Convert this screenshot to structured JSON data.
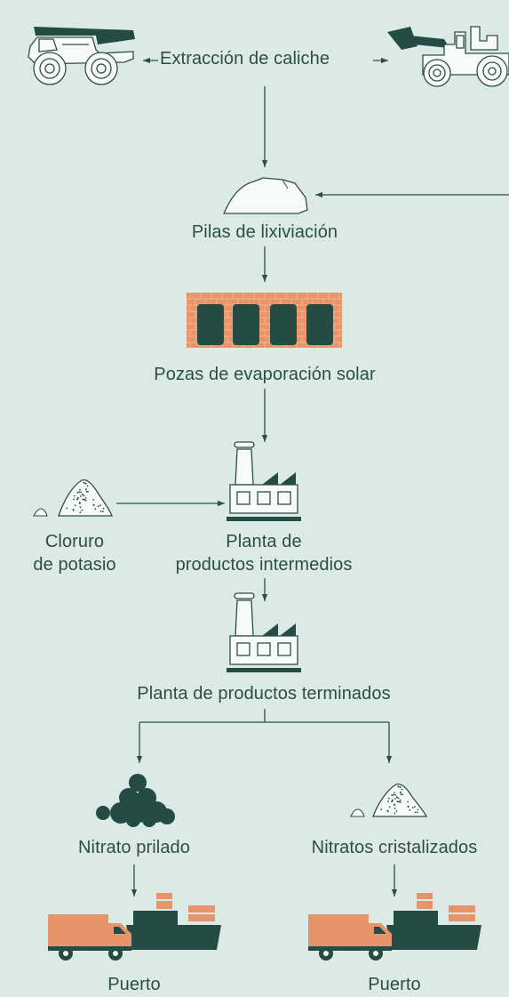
{
  "labels": {
    "extraction": "Extracción de caliche",
    "heap_leaching": "Pilas de lixiviación",
    "evaporation_ponds": "Pozas de evaporación solar",
    "potassium_chloride_line1": "Cloruro",
    "potassium_chloride_line2": "de potasio",
    "intermediate_plant_line1": "Planta de",
    "intermediate_plant_line2": "productos intermedios",
    "finished_plant": "Planta de productos terminados",
    "prilled_nitrate": "Nitrato prilado",
    "crystallized_nitrates": "Nitratos cristalizados",
    "port_left": "Puerto",
    "port_right": "Puerto"
  },
  "colors": {
    "background": "#dbeae4",
    "dark_teal": "#254b45",
    "line": "#2f4d48",
    "orange": "#e8946b",
    "orange_light": "#f2b48f",
    "outline_fill": "#f7fbf8"
  },
  "icons": [
    "mining-truck-icon",
    "front-loader-icon",
    "leach-pile-icon",
    "evaporation-pond-icon",
    "potash-pile-icon",
    "factory-icon",
    "prilled-pellets-icon",
    "crystal-pile-icon",
    "truck-ship-icon"
  ]
}
